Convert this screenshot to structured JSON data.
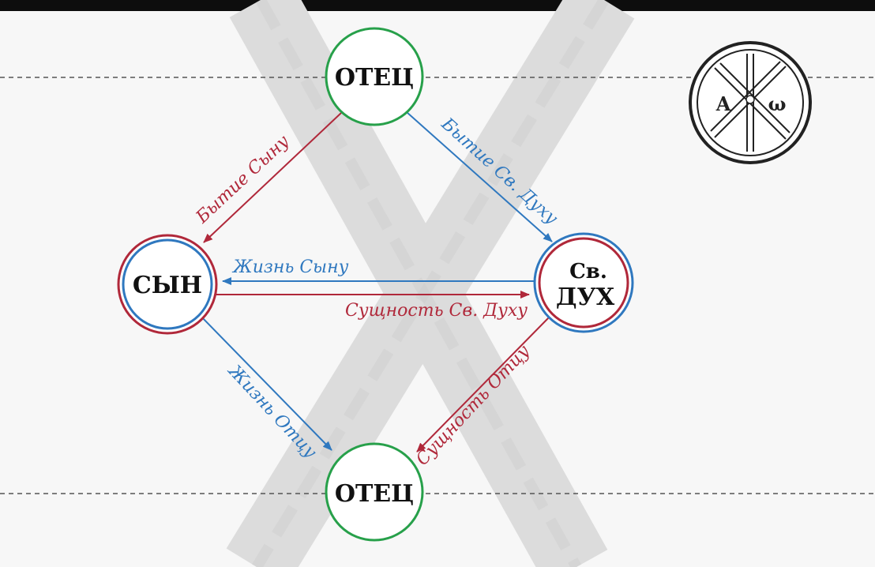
{
  "nodes": {
    "father_top": "ОТЕЦ",
    "son": "СЫН",
    "spirit_line1": "Св.",
    "spirit_line2": "ДУХ",
    "father_bottom": "ОТЕЦ"
  },
  "edges": {
    "father_to_son": "Бытие Сыну",
    "father_to_spirit": "Бытие Св. Духу",
    "spirit_to_son": "Жизнь Сыну",
    "son_to_spirit": "Сущность Св. Духу",
    "son_to_father": "Жизнь Отцу",
    "spirit_to_father": "Сущность Отцу"
  },
  "emblem": {
    "alpha": "A",
    "omega": "ω",
    "icon": "chi-rho-alpha-omega-seal"
  },
  "colors": {
    "green_ring": "#27a04a",
    "red": "#b0283a",
    "blue": "#2f78bf",
    "background_cross": "#d8d8d8",
    "dashed_line": "#555555"
  }
}
